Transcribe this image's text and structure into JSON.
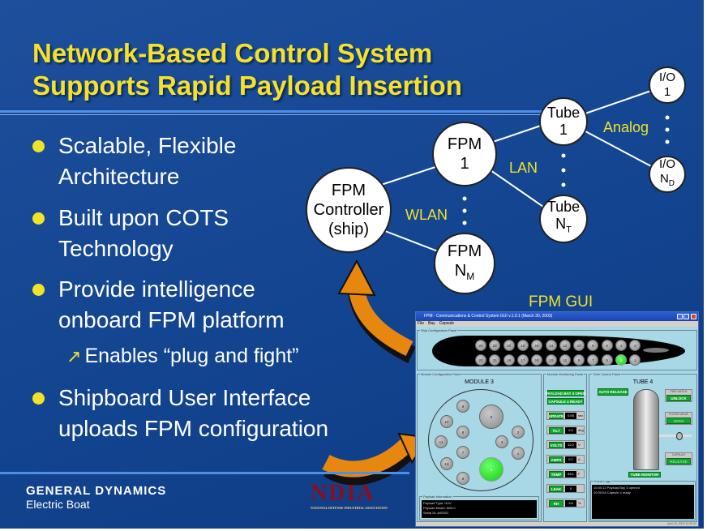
{
  "title": {
    "line1": "Network-Based Control System",
    "line2": "Supports Rapid Payload Insertion"
  },
  "bullets": [
    {
      "line1": "Scalable, Flexible",
      "line2": "Architecture"
    },
    {
      "line1": "Built upon COTS",
      "line2": "Technology"
    },
    {
      "line1": "Provide intelligence",
      "line2": "onboard FPM platform"
    },
    {
      "line1": "Shipboard User Interface",
      "line2": "uploads FPM configuration"
    }
  ],
  "sub_bullet": {
    "icon": "arrow-up-right-icon",
    "text": "Enables “plug and fight”"
  },
  "diagram": {
    "nodes": {
      "controller": {
        "line1": "FPM",
        "line2": "Controller",
        "line3": "(ship)"
      },
      "fpm1": {
        "line1": "FPM",
        "line2": "1"
      },
      "fpmN": {
        "line1": "FPM",
        "line2": "N",
        "sub": "M"
      },
      "tube1": {
        "line1": "Tube",
        "line2": "1"
      },
      "tubeN": {
        "line1": "Tube",
        "line2": "N",
        "sub": "T"
      },
      "io1": {
        "line1": "I/O",
        "line2": "1"
      },
      "ioN": {
        "line1": "I/O",
        "line2": "N",
        "sub": "D"
      }
    },
    "links": {
      "wlan": "WLAN",
      "lan": "LAN",
      "analog": "Analog"
    },
    "gui_label": "FPM GUI"
  },
  "gui": {
    "window_title": "FPM - Communications & Control System GUI v.1.0.1 (March 30, 2003)",
    "menu": [
      "File",
      "Bay",
      "Capsule"
    ],
    "ship_panel": "Ship Configuration Panel",
    "bays_top": [
      "24",
      "22",
      "20",
      "18",
      "16",
      "14",
      "12",
      "10",
      "8",
      "6",
      "4",
      "2"
    ],
    "bays_bottom": [
      "23",
      "21",
      "19",
      "17",
      "15",
      "13",
      "11",
      "9",
      "7",
      "5",
      "3",
      "1"
    ],
    "selected_bay": "3",
    "module_panel": "Module Configuration Panel",
    "module_title": "MODULE 3",
    "tubes": [
      "9",
      "12",
      "8",
      "5",
      "2",
      "11",
      "3",
      "7",
      "1",
      "10",
      "4",
      "6"
    ],
    "selected_tube": "4",
    "payload_info_label": "Payload Information",
    "payload_info": [
      "Payload Type: UUV",
      "Payload Model: WALC",
      "Serial ID: A00001"
    ],
    "monitor_panel": "Module Monitoring Panel",
    "status_buttons": [
      "PAYLOAD BAY 3 OPEN",
      "CAPSULE 4 READY"
    ],
    "readings": [
      {
        "label": "UPDATE",
        "value": "0.05",
        "unit": "sec"
      },
      {
        "label": "TILT",
        "value": "0.2",
        "unit": "deg"
      },
      {
        "label": "VOLTS",
        "value": "12.2",
        "unit": "V"
      },
      {
        "label": "AMPS",
        "value": "0.7",
        "unit": "A"
      },
      {
        "label": "TEMP",
        "value": "53.1",
        "unit": "F"
      },
      {
        "label": "LEAK",
        "value": "0",
        "unit": ""
      },
      {
        "label": "RH",
        "value": "3.6",
        "unit": "%"
      }
    ],
    "tube_panel": "Tube Control Panel",
    "tube_title": "TUBE 4",
    "auto_release": "AUTO RELEASE",
    "fwd_hatch": {
      "label": "FWD HATCH",
      "value": "UNLOCK"
    },
    "flood_valve": {
      "label": "FLOOD VALVE",
      "value": "OPEN"
    },
    "capsule": {
      "label": "CAPSULE",
      "value": "RELEASE"
    },
    "tube_monitor": "TUBE MONITOR",
    "event_log_label": "Event Logs",
    "event_log": [
      "10:30:12 Payload Bay 3 opened",
      "10:30:04 Capsule 4 ready"
    ],
    "status_bar": "April 15, 2003 10:30:24"
  },
  "footer": {
    "company": "GENERAL DYNAMICS",
    "division": "Electric Boat",
    "ndia_logo": "NDIA",
    "ndia_text": "NATIONAL DEFENSE INDUSTRIAL ASSOCIATION"
  },
  "colors": {
    "background": "#134591",
    "title": "#f5e12c",
    "accent_line": "#4d8fe6",
    "arrow": "#e8870f",
    "gui_bg": "#a8d8e6",
    "gui_green": "#0fa82d"
  }
}
